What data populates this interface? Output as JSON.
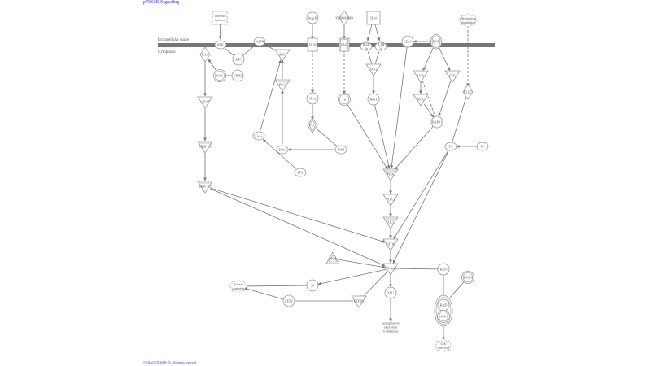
{
  "title": "p70S6K Signaling",
  "copyright": "© QIAGEN 2000-25. All rights reserved",
  "compartments": {
    "extracellular": "Extracellular space",
    "cytoplasm": "Cytoplasm"
  },
  "colors": {
    "node_stroke": "#999999",
    "edge": "#777777",
    "membrane": "#777777",
    "link": "#3a3adc"
  },
  "nodes": [
    {
      "id": "growth_factors",
      "label": "Growth factors",
      "shape": "rect-dashed"
    },
    {
      "id": "angII",
      "label": "Ang II",
      "shape": "circle"
    },
    {
      "id": "thrombin",
      "label": "THROMBIN",
      "shape": "diamond"
    },
    {
      "id": "il4",
      "label": "IL-4",
      "shape": "square"
    },
    {
      "id": "mech",
      "label": "Mechanical stimulation",
      "shape": "gear"
    },
    {
      "id": "rtk",
      "label": "RTK",
      "shape": "ellipse"
    },
    {
      "id": "egfr",
      "label": "EGFR",
      "shape": "ellipse"
    },
    {
      "id": "at1r",
      "label": "AT1R",
      "shape": "rect"
    },
    {
      "id": "par",
      "label": "PAR",
      "shape": "rect-double"
    },
    {
      "id": "il4r_a",
      "label": "IL4R Iα",
      "shape": "ellipse"
    },
    {
      "id": "il4r_g",
      "label": "IL4R Iγ",
      "shape": "ellipse"
    },
    {
      "id": "cd19",
      "label": "CD19",
      "shape": "circle"
    },
    {
      "id": "bcr",
      "label": "BCR",
      "shape": "ellipse-double"
    },
    {
      "id": "ras",
      "label": "RAS",
      "shape": "diamond"
    },
    {
      "id": "shc",
      "label": "SHC",
      "shape": "circle"
    },
    {
      "id": "sos",
      "label": "SOS",
      "shape": "circle-double"
    },
    {
      "id": "grb2",
      "label": "GRB2",
      "shape": "circle"
    },
    {
      "id": "src",
      "label": "SRC",
      "shape": "triangle-down"
    },
    {
      "id": "pkc",
      "label": "PKC",
      "shape": "triangle-down-double"
    },
    {
      "id": "jak1",
      "label": "JAK1",
      "shape": "triangle-down"
    },
    {
      "id": "lyn",
      "label": "LYN",
      "shape": "triangle-down"
    },
    {
      "id": "syk",
      "label": "SYK",
      "shape": "triangle-down"
    },
    {
      "id": "btk",
      "label": "BTK",
      "shape": "triangle-down"
    },
    {
      "id": "pld1",
      "label": "PLD1",
      "shape": "diamond"
    },
    {
      "id": "craf",
      "label": "c-RAF",
      "shape": "triangle-down"
    },
    {
      "id": "giq",
      "label": "Gi/q",
      "shape": "circle"
    },
    {
      "id": "gi",
      "label": "Gi",
      "shape": "circle-double"
    },
    {
      "id": "irs1",
      "label": "IRS1",
      "shape": "circle"
    },
    {
      "id": "bap31",
      "label": "BAP31",
      "shape": "circle"
    },
    {
      "id": "plc",
      "label": "PLC",
      "shape": "diamond-double"
    },
    {
      "id": "ca2",
      "label": "Ca2+",
      "shape": "ellipse"
    },
    {
      "id": "dag",
      "label": "DAG",
      "shape": "ellipse"
    },
    {
      "id": "pip2",
      "label": "PIP2",
      "shape": "ellipse"
    },
    {
      "id": "ip3",
      "label": "IP3",
      "shape": "ellipse"
    },
    {
      "id": "pa",
      "label": "PA",
      "shape": "ellipse"
    },
    {
      "id": "pc",
      "label": "PC",
      "shape": "ellipse"
    },
    {
      "id": "mek",
      "label": "MEK 1/2",
      "shape": "triangle-down-double"
    },
    {
      "id": "erk",
      "label": "ERK 1/2",
      "shape": "triangle-down-double"
    },
    {
      "id": "pi3k",
      "label": "PI3K",
      "shape": "triangle-down-double"
    },
    {
      "id": "pdk1",
      "label": "PDK1",
      "shape": "triangle-down"
    },
    {
      "id": "akt",
      "label": "AKT",
      "shape": "triangle-down-double"
    },
    {
      "id": "mtor",
      "label": "mTOR",
      "shape": "triangle-down"
    },
    {
      "id": "pp2a",
      "label": "PP2A",
      "shape": "triangle-up-double"
    },
    {
      "id": "p70",
      "label": "p70 S6K",
      "shape": "triangle-down"
    },
    {
      "id": "bad",
      "label": "BAD",
      "shape": "circle"
    },
    {
      "id": "p1433",
      "label": "14-3-3",
      "shape": "circle-double"
    },
    {
      "id": "s6",
      "label": "S6",
      "shape": "circle"
    },
    {
      "id": "protein_syn",
      "label": "Protein synthesis",
      "shape": "gear"
    },
    {
      "id": "eef2",
      "label": "EEF2",
      "shape": "circle"
    },
    {
      "id": "eef2k",
      "label": "EEF2K",
      "shape": "triangle-down"
    },
    {
      "id": "tau",
      "label": "TAU",
      "shape": "circle"
    },
    {
      "id": "upreg",
      "label": "upregulation of protein translation",
      "shape": "text"
    },
    {
      "id": "bad_complex_bad",
      "label": "BAD",
      "shape": "circle"
    },
    {
      "id": "bad_complex_1433",
      "label": "14-3-3",
      "shape": "circle-double"
    },
    {
      "id": "cell_survival",
      "label": "Cell survival",
      "shape": "gear"
    }
  ]
}
